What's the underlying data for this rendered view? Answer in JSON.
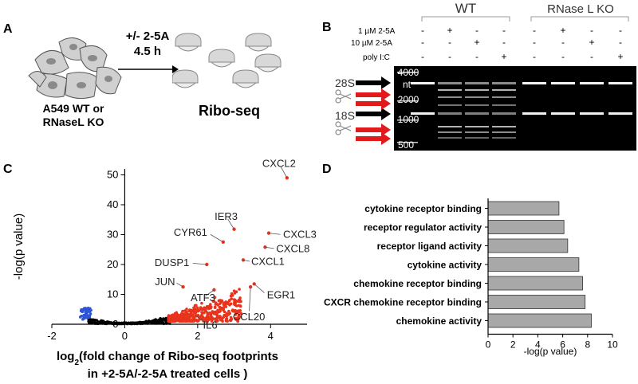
{
  "panel_a": {
    "label": "A",
    "cell_caption_line1": "A549 WT or",
    "cell_caption_line2": "RNaseL KO",
    "treatment_line1": "+/- 2-5A",
    "treatment_line2": "4.5 h",
    "output_label": "Ribo-seq"
  },
  "panel_b": {
    "label": "B",
    "group_wt": "WT",
    "group_ko": "RNase L KO",
    "row_labels": [
      "1 µM 2-5A",
      "10 µM 2-5A",
      "poly I:C"
    ],
    "lane_signs": [
      [
        "-",
        "+",
        "-",
        "-",
        "-",
        "+",
        "-",
        "-"
      ],
      [
        "-",
        "-",
        "+",
        "-",
        "-",
        "-",
        "+",
        "-"
      ],
      [
        "-",
        "-",
        "-",
        "+",
        "-",
        "-",
        "-",
        "+"
      ]
    ],
    "ladder": [
      "4000",
      "nt",
      "2000",
      "1000",
      "500"
    ],
    "rrna_28s": "28S",
    "rrna_18s": "18S"
  },
  "panel_c": {
    "label": "C",
    "chart_data": {
      "type": "scatter",
      "xlabel": "log2(fold change of Ribo-seq footprints in +2-5A/-2-5A treated cells )",
      "xlabel_line1_pre": "log",
      "xlabel_line1_sub": "2",
      "xlabel_line1_post": "(fold change of Ribo-seq footprints",
      "xlabel_line2": "in +2-5A/-2-5A treated cells )",
      "ylabel": "-log(p value)",
      "xlim": [
        -2,
        5
      ],
      "ylim": [
        0,
        52
      ],
      "x_ticks": [
        -2,
        0,
        2,
        4
      ],
      "y_ticks": [
        0,
        10,
        20,
        30,
        40,
        50
      ],
      "grid": false,
      "labeled_points": [
        {
          "name": "CXCL2",
          "x": 4.45,
          "y": 49
        },
        {
          "name": "IER3",
          "x": 3.0,
          "y": 31.8
        },
        {
          "name": "CYR61",
          "x": 2.7,
          "y": 27.5
        },
        {
          "name": "CXCL3",
          "x": 3.95,
          "y": 30.5
        },
        {
          "name": "CXCL8",
          "x": 3.85,
          "y": 25.8
        },
        {
          "name": "CXCL1",
          "x": 3.25,
          "y": 21.5
        },
        {
          "name": "DUSP1",
          "x": 2.25,
          "y": 20.0
        },
        {
          "name": "ATF3",
          "x": 2.45,
          "y": 11.5
        },
        {
          "name": "JUN",
          "x": 1.6,
          "y": 12.5
        },
        {
          "name": "EGR1",
          "x": 3.55,
          "y": 13.5
        },
        {
          "name": "CCL20",
          "x": 3.45,
          "y": 12.5
        },
        {
          "name": "IL6",
          "x": 1.95,
          "y": 2.8
        }
      ],
      "colors": {
        "up": "#e8341c",
        "down": "#2f55d4",
        "ns": "#000000"
      }
    }
  },
  "panel_d": {
    "label": "D",
    "chart_data": {
      "type": "bar",
      "orientation": "horizontal",
      "categories": [
        "cytokine receptor binding",
        "receptor regulator activity",
        "receptor ligand activity",
        "cytokine activity",
        "chemokine receptor binding",
        "CXCR chemokine receptor binding",
        "chemokine activity"
      ],
      "values": [
        5.7,
        6.1,
        6.4,
        7.3,
        7.6,
        7.8,
        8.3
      ],
      "xlabel": "-log(p value)",
      "xlim": [
        0,
        10
      ],
      "x_ticks": [
        0,
        2,
        4,
        6,
        8,
        10
      ],
      "bar_color": "#a8a8a8"
    }
  }
}
